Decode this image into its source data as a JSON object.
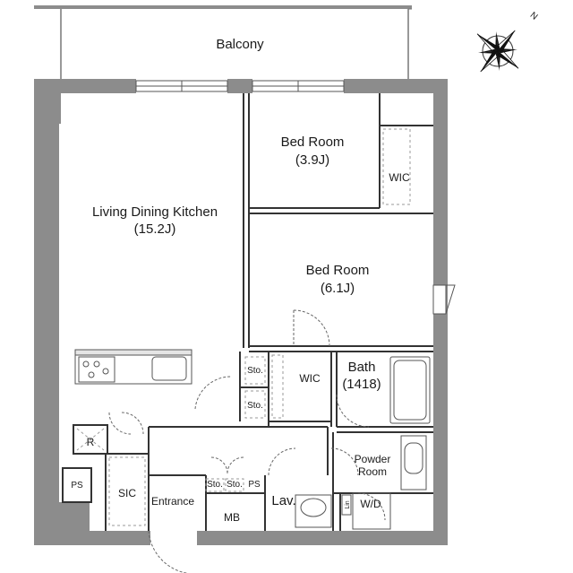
{
  "compass": {
    "north_label": "N"
  },
  "labels": {
    "balcony": "Balcony",
    "ldk_name": "Living Dining Kitchen",
    "ldk_size": "(15.2J)",
    "bed1_name": "Bed Room",
    "bed1_size": "(3.9J)",
    "bed1_wic": "WIC",
    "bed2_name": "Bed Room",
    "bed2_size": "(6.1J)",
    "wic": "WIC",
    "bath_name": "Bath",
    "bath_size": "(1418)",
    "sto_upper": "Sto.",
    "sto_lower": "Sto.",
    "refrigerator": "R",
    "ps_left": "PS",
    "sic": "SIC",
    "entrance": "Entrance",
    "sto_a": "Sto.",
    "sto_b": "Sto.",
    "ps_mid": "PS",
    "mb": "MB",
    "lav": "Lav.",
    "powder_room_line1": "Powder",
    "powder_room_line2": "Room",
    "lin": "Lin",
    "wd": "W/D"
  }
}
